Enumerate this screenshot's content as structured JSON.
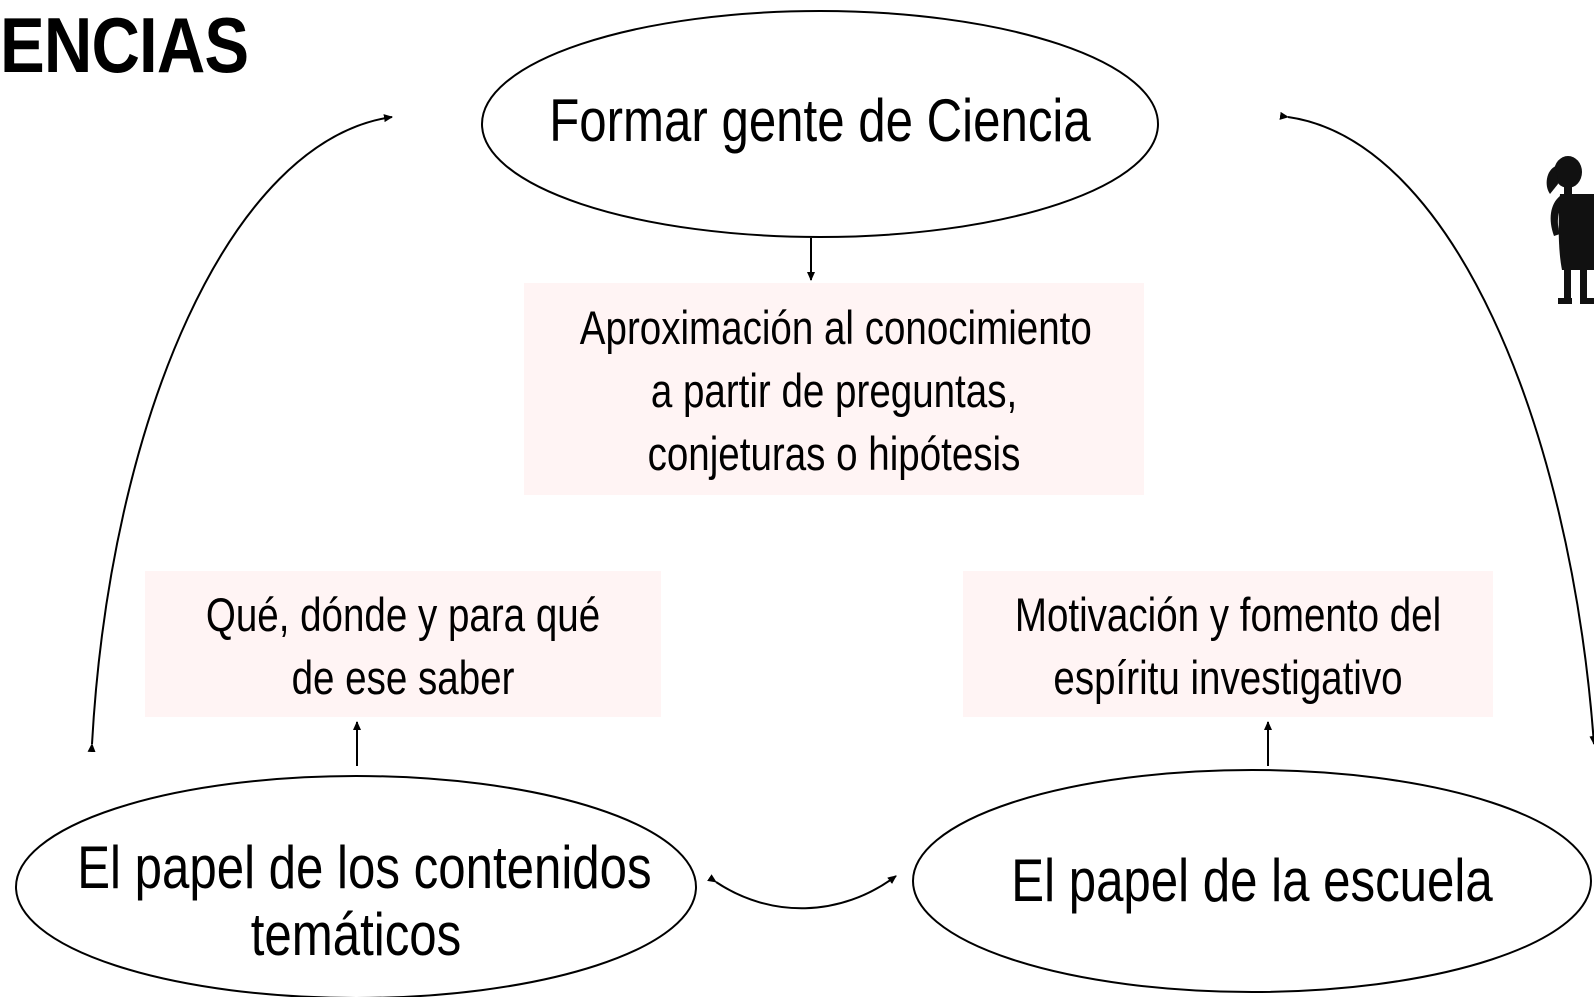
{
  "title": "ENCIAS",
  "nodes": {
    "top_ellipse": "Formar gente de Ciencia",
    "center_box": {
      "line1": "Aproximación al conocimiento",
      "line2": "a partir de preguntas,",
      "line3": "conjeturas o hipótesis"
    },
    "left_box": {
      "line1": "Qué, dónde y para qué",
      "line2": "de ese saber"
    },
    "right_box": {
      "line1": "Motivación y fomento del",
      "line2": "espíritu investigativo"
    },
    "left_ellipse": {
      "line1": "El papel de los contenidos",
      "line2": "temáticos"
    },
    "right_ellipse": "El papel de la escuela"
  },
  "colors": {
    "box_fill": "#fff4f4",
    "stroke": "#000000"
  },
  "icons": {
    "figure": "girl-silhouette-icon"
  }
}
